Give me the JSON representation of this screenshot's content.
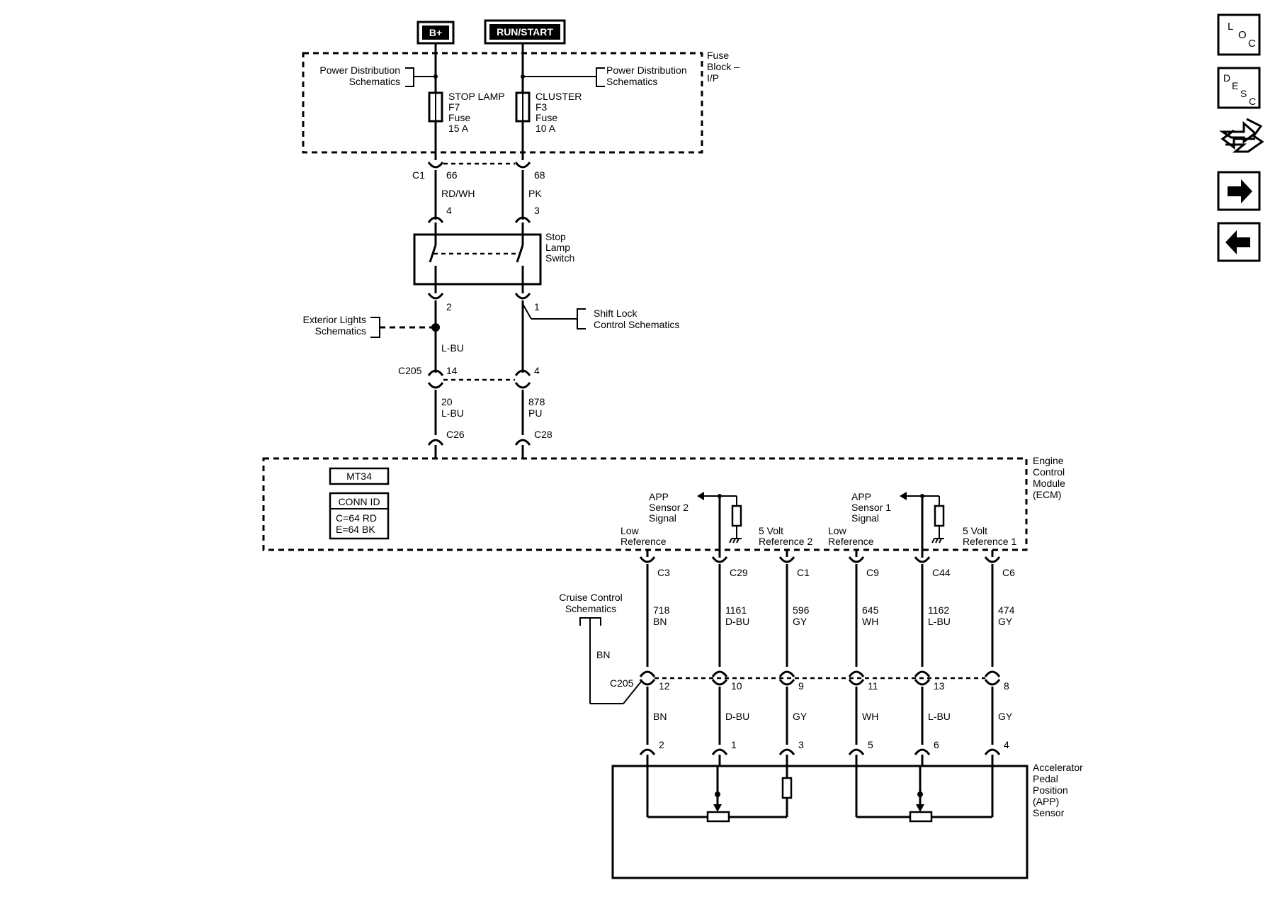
{
  "power": {
    "bplus": "B+",
    "runstart": "RUN/START"
  },
  "fuse_block": {
    "label": [
      "Fuse",
      "Block –",
      "I/P"
    ],
    "pd_left": [
      "Power Distribution",
      "Schematics"
    ],
    "pd_right": [
      "Power Distribution",
      "Schematics"
    ],
    "stop_fuse": [
      "STOP LAMP",
      "F7",
      "Fuse",
      "15 A"
    ],
    "cluster_fuse": [
      "CLUSTER",
      "F3",
      "Fuse",
      "10 A"
    ]
  },
  "c1": {
    "label": "C1",
    "left_pin": "66",
    "right_pin": "68",
    "left_wire": "RD/WH",
    "right_wire": "PK"
  },
  "stop_lamp_switch": {
    "label": [
      "Stop",
      "Lamp",
      "Switch"
    ],
    "top_left_pin": "4",
    "top_right_pin": "3",
    "bottom_left_pin": "2",
    "bottom_right_pin": "1"
  },
  "exterior_lights": [
    "Exterior Lights",
    "Schematics"
  ],
  "shift_lock": [
    "Shift Lock",
    "Control Schematics"
  ],
  "mid_wire": "L-BU",
  "c205_upper": {
    "label": "C205",
    "left_pin": "14",
    "right_pin": "4"
  },
  "lower_wires": {
    "left": [
      "20",
      "L-BU"
    ],
    "right": [
      "878",
      "PU"
    ],
    "left_conn": "C26",
    "right_conn": "C28"
  },
  "ecm": {
    "label": [
      "Engine",
      "Control",
      "Module",
      "(ECM)"
    ],
    "mt": "MT34",
    "conn_id": [
      "CONN ID",
      "C=64 RD",
      "E=64 BK"
    ],
    "app2_signal": [
      "APP",
      "Sensor 2",
      "Signal"
    ],
    "app1_signal": [
      "APP",
      "Sensor 1",
      "Signal"
    ],
    "low_ref": [
      "Low",
      "Reference"
    ],
    "ref2": [
      "5 Volt",
      "Reference 2"
    ],
    "ref1": [
      "5 Volt",
      "Reference 1"
    ]
  },
  "ecm_wires": [
    {
      "conn": "C3",
      "circuit": "718",
      "color": "BN",
      "c205_pin": "12",
      "color2": "BN",
      "app_pin": "2"
    },
    {
      "conn": "C29",
      "circuit": "1161",
      "color": "D-BU",
      "c205_pin": "10",
      "color2": "D-BU",
      "app_pin": "1"
    },
    {
      "conn": "C1",
      "circuit": "596",
      "color": "GY",
      "c205_pin": "9",
      "color2": "GY",
      "app_pin": "3"
    },
    {
      "conn": "C9",
      "circuit": "645",
      "color": "WH",
      "c205_pin": "11",
      "color2": "WH",
      "app_pin": "5"
    },
    {
      "conn": "C44",
      "circuit": "1162",
      "color": "L-BU",
      "c205_pin": "13",
      "color2": "L-BU",
      "app_pin": "6"
    },
    {
      "conn": "C6",
      "circuit": "474",
      "color": "GY",
      "c205_pin": "8",
      "color2": "GY",
      "app_pin": "4"
    }
  ],
  "cruise": {
    "label": [
      "Cruise Control",
      "Schematics"
    ],
    "wire": "BN"
  },
  "c205_lower": "C205",
  "app_sensor": [
    "Accelerator",
    "Pedal",
    "Position",
    "(APP)",
    "Sensor"
  ],
  "nav": {
    "loc": [
      "L",
      "O",
      "C"
    ],
    "desc": [
      "D",
      "E",
      "S",
      "C"
    ],
    "icons": [
      "loc-icon",
      "desc-icon",
      "connector-icon",
      "arrow-right-icon",
      "arrow-left-icon"
    ]
  }
}
